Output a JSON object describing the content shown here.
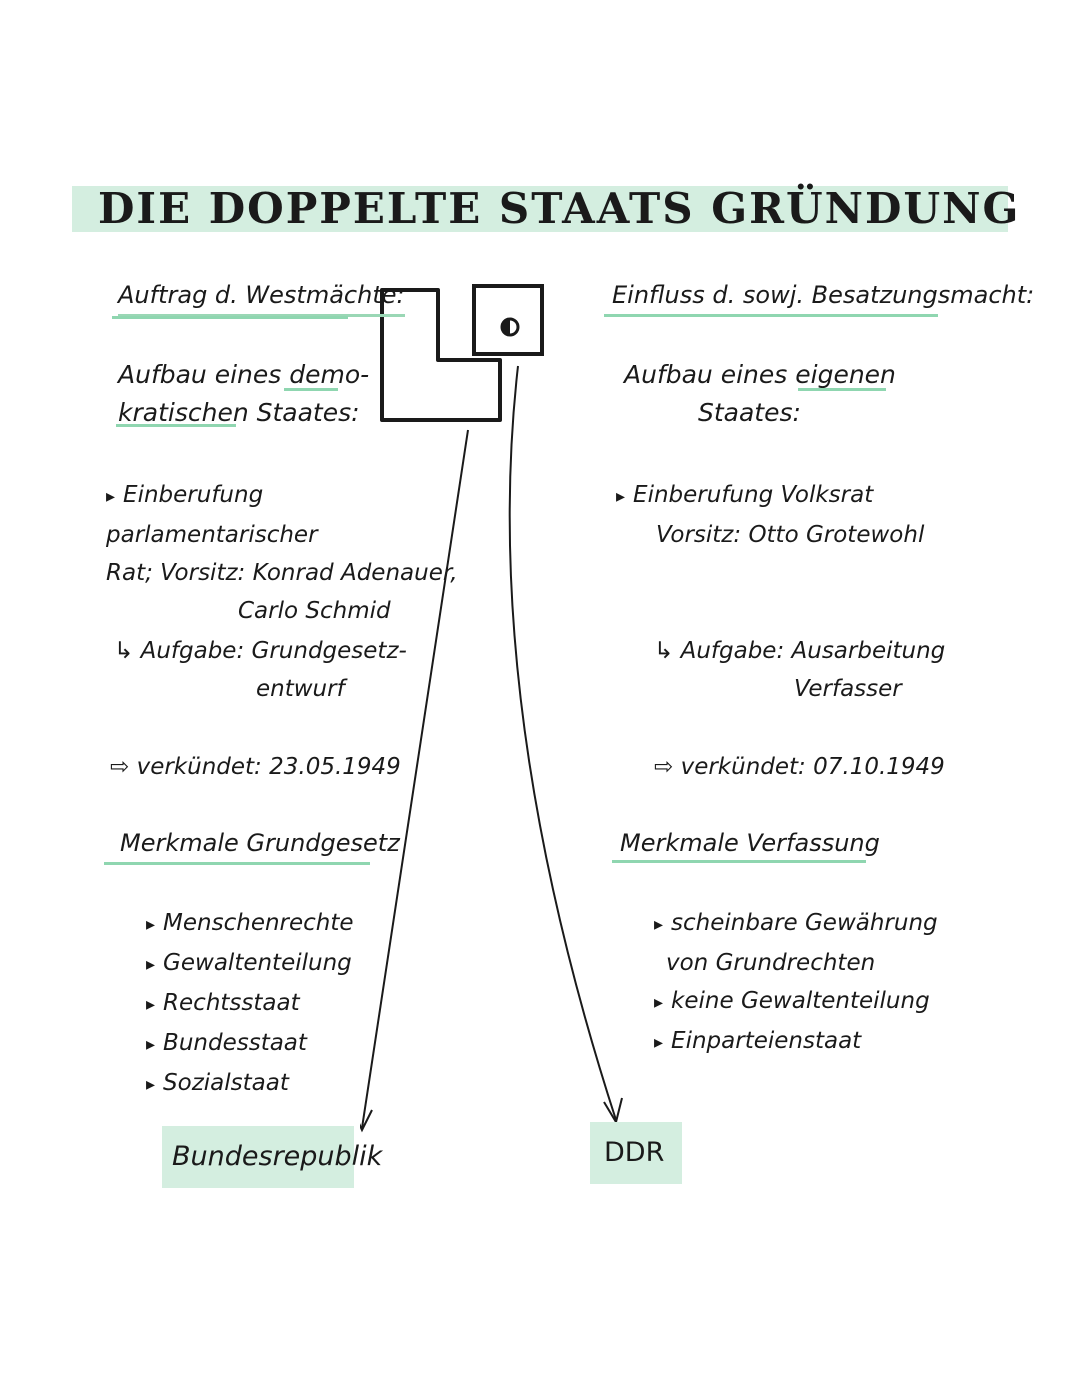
{
  "title": "DIE DOPPELTE STAATS GRÜNDUNG",
  "colors": {
    "highlight": "#d4eee0",
    "underline": "#8fd6b0",
    "ink": "#1a1a1a"
  },
  "left": {
    "heading": "Auftrag d. Westmächte:",
    "aufbau": [
      "Aufbau eines demo-",
      "kratischen Staates:"
    ],
    "einberufung": [
      "Einberufung",
      "parlamentarischer",
      "Rat; Vorsitz: Konrad Adenauer,",
      "Carlo Schmid"
    ],
    "aufgabe": [
      "Aufgabe: Grundgesetz-",
      "entwurf"
    ],
    "verkuendet": "verkündet: 23.05.1949",
    "merkmale_heading": "Merkmale Grundgesetz",
    "merkmale": [
      "Menschenrechte",
      "Gewaltenteilung",
      "Rechtsstaat",
      "Bundesstaat",
      "Sozialstaat"
    ],
    "result": "Bundesrepublik"
  },
  "right": {
    "heading": "Einfluss d. sowj. Besatzungsmacht:",
    "aufbau": [
      "Aufbau eines eigenen",
      "Staates:"
    ],
    "einberufung": [
      "Einberufung Volksrat",
      "Vorsitz: Otto Grotewohl"
    ],
    "aufgabe": [
      "Aufgabe: Ausarbeitung",
      "Verfasser"
    ],
    "verkuendet": "verkündet: 07.10.1949",
    "merkmale_heading": "Merkmale Verfassung",
    "merkmale": [
      "scheinbare Gewährung",
      "von Grundrechten",
      "keine Gewaltenteilung",
      "Einparteienstaat"
    ],
    "result": "DDR"
  },
  "icons": {
    "left_block": "l-shape-icon",
    "right_block": "square-dot-icon",
    "arrows": "branch-arrow-icon"
  }
}
